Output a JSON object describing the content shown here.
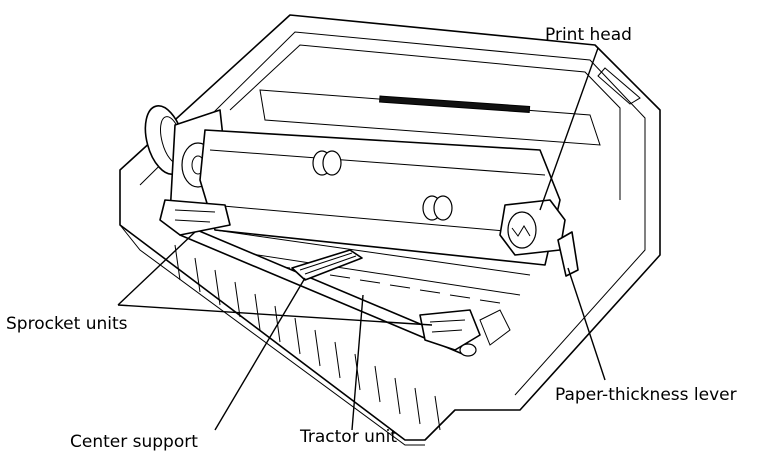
{
  "labels": {
    "print_head": "Print head",
    "sprocket_units": "Sprocket units",
    "paper_thickness_lever": "Paper-thickness lever",
    "center_support": "Center support",
    "tractor_unit": "Tractor unit"
  }
}
